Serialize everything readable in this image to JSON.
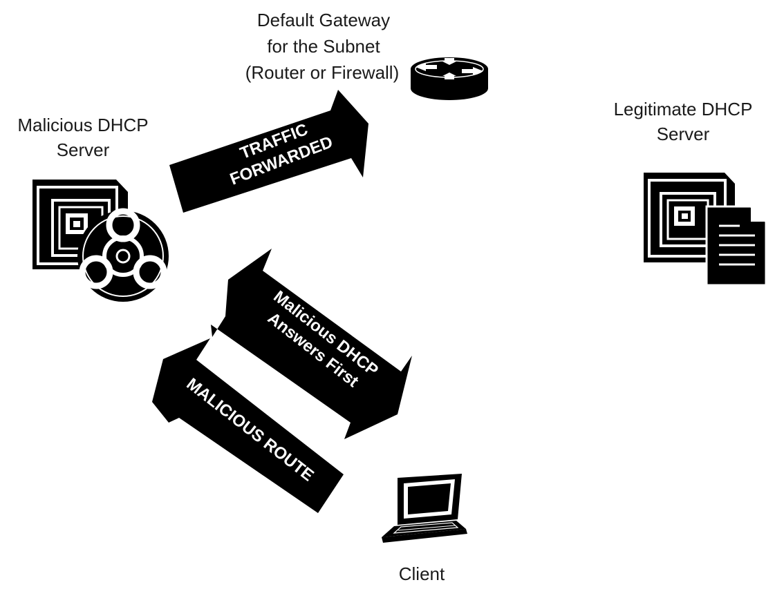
{
  "nodes": {
    "gateway": {
      "label_lines": [
        "Default Gateway",
        "for the Subnet",
        "(Router or Firewall)"
      ],
      "icon": "router-icon"
    },
    "malicious_server": {
      "label_lines": [
        "Malicious DHCP",
        "Server"
      ],
      "icon": "biohazard-server-icon"
    },
    "legitimate_server": {
      "label_lines": [
        "Legitimate DHCP",
        "Server"
      ],
      "icon": "document-server-icon"
    },
    "client": {
      "label_lines": [
        "Client"
      ],
      "icon": "laptop-icon"
    }
  },
  "arrows": {
    "traffic_forwarded": {
      "lines": [
        "TRAFFIC",
        "FORWARDED"
      ],
      "direction": "one-way"
    },
    "malicious_answers": {
      "lines": [
        "Malicious DHCP",
        "Answers First"
      ],
      "direction": "two-way"
    },
    "malicious_route": {
      "lines": [
        "MALICIOUS ROUTE"
      ],
      "direction": "one-way"
    }
  },
  "colors": {
    "ink": "#000000",
    "text": "#1a1a1a",
    "background": "#ffffff"
  }
}
